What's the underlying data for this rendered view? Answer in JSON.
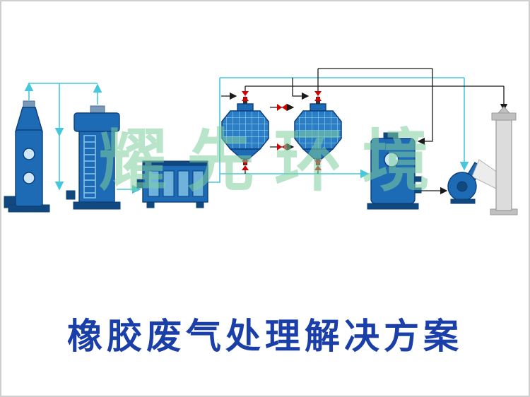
{
  "page": {
    "title": "橡胶废气处理解决方案",
    "watermark": "耀先环境"
  },
  "colors": {
    "background": "#ffffff",
    "border_grey": "#cfcfcf",
    "equipment_blue": "#1d6ab5",
    "equipment_dark_blue": "#11497f",
    "equipment_stroke": "#0c3f7d",
    "panel_light_blue": "#6fb3dd",
    "cap_grey": "#7a99b8",
    "window_light": "#cfe6f5",
    "drum_blue": "#2b7ec6",
    "drum_grid": "#a8e2f5",
    "pipe_cyan": "#45c8de",
    "pipe_black": "#1a1a1a",
    "valve_red": "#d40000",
    "chimney_grey": "#dcdcdc",
    "title_blue": "#1b3fa8",
    "watermark_green": "#7fcfa0"
  },
  "equipment": [
    {
      "id": "spray-tower"
    },
    {
      "id": "packed-scrubber-tower"
    },
    {
      "id": "uv-photolysis-box"
    },
    {
      "id": "activated-carbon-drum-1"
    },
    {
      "id": "activated-carbon-drum-2"
    },
    {
      "id": "holding-tank"
    },
    {
      "id": "centrifugal-fan"
    },
    {
      "id": "exhaust-chimney"
    }
  ]
}
